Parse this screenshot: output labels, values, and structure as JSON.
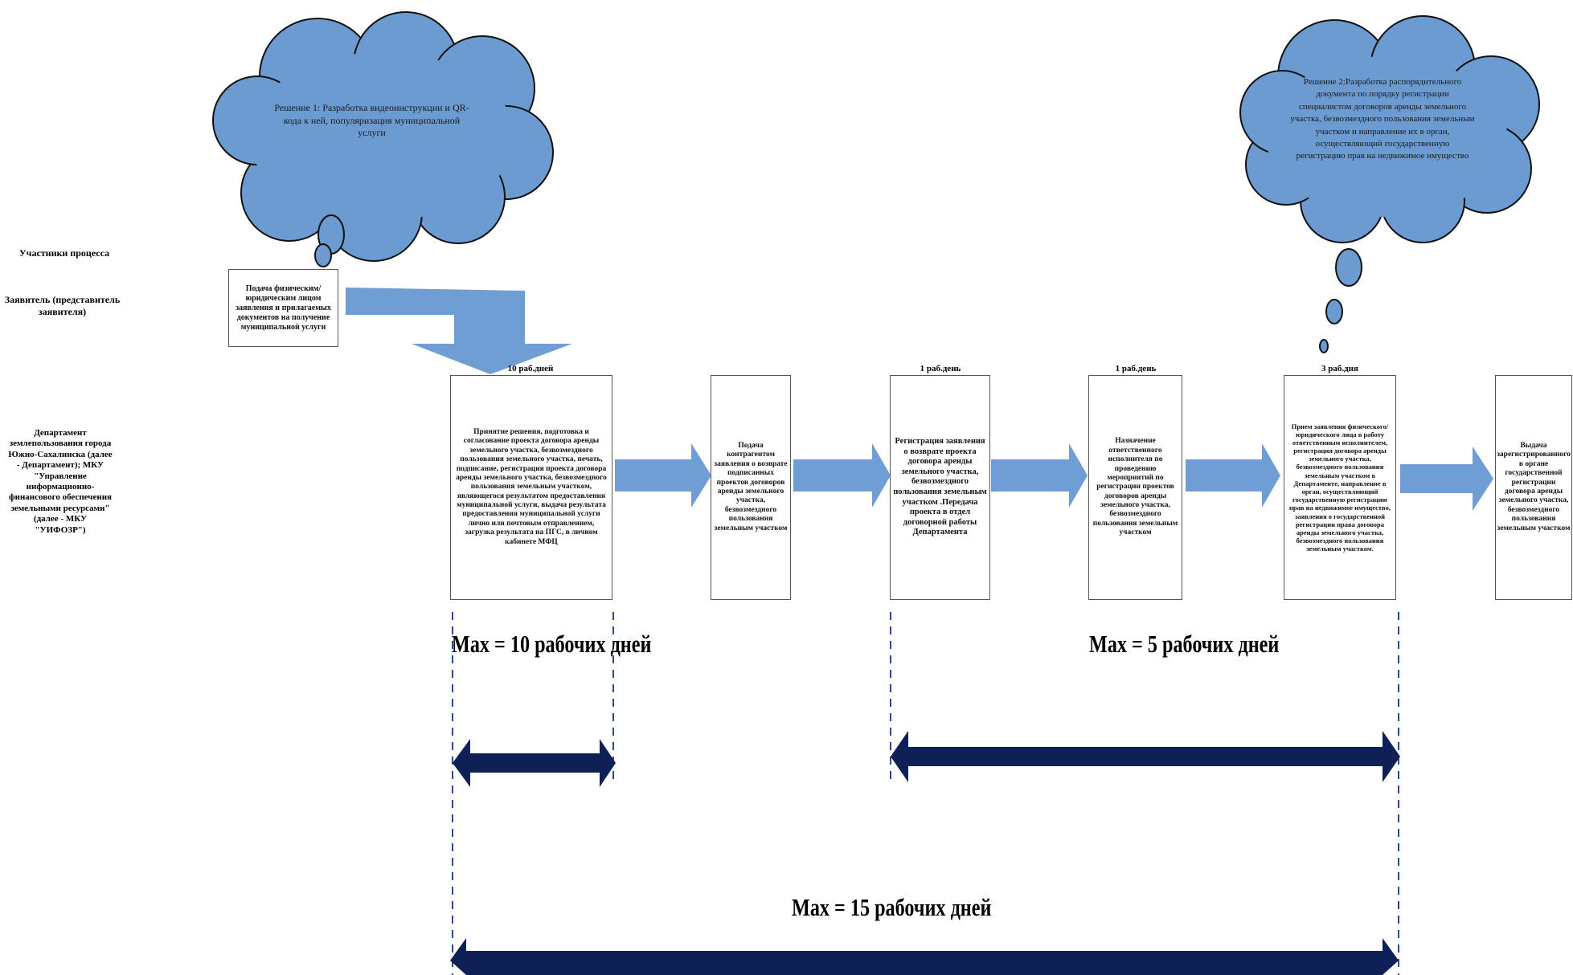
{
  "participants": {
    "header": "Участники процесса",
    "applicant": "Заявитель (представитель заявителя)",
    "department": "Департамент землепользования города Южно-Сахалинска (далее - Департамент); МКУ \"Управление информационно-финансового обеспечения земельными ресурсами\" (далее - МКУ \"УИФОЗР\")"
  },
  "clouds": {
    "solution1": "Решение 1: Разработка видеоинструкции и QR-кода к ней, популяризация муниципальной услуги",
    "solution2": "Решение 2:Разработка распорядительного документа по порядку регистрации специалистом договоров аренды земельного участка, безвозмездного пользования земельным участком и направление их в орган, осуществляющий государственную регистрацию прав на недвижимое имущество"
  },
  "steps": {
    "start": "Подача физическим/юридическим лицом заявления и прилагаемых документов на получение муниципальной услуги",
    "step1": "Принятие решения, подготовка и согласование проекта договора аренды земельного участка, безвозмездного пользования земельного участка, печать, подписание, регистрация проекта договора аренды земельного участка, безвозмездного пользования земельным участком, являющегося результатом предоставления муниципальной услуги, выдача результата предоставления муниципальной услуги лично или почтовым отправлением, загрузка результата на ПГС, в личном кабинете МФЦ",
    "step2": "Подача контрагентом заявления о возврате подписанных проектов договоров аренды земельного участка, безвозмездного пользования земельным участком",
    "step3": "Регистрация заявления о возврате проекта договора аренды земельного участка, безвозмездного пользования земельным участком .Передача проекта в отдел договорной работы Департамента",
    "step4": "Назначение ответственного исполнителя по проведению мероприятий по регистрации проектов договоров аренды земельного участка, безвозмездного пользования земельным участком",
    "step5": "Прием заявления физического/юридического лица в работу ответственным исполнителем, регистрация договора аренды земельного участка, безвозмездного пользования земельным участком в Департаменте, направление в орган, осуществляющий государственную регистрацию прав на недвижимое имущество, заявления о государственной регистрации права договора аренды земельного участка, безвозмездного пользования земельным участком.",
    "step6": "Выдача зарегистрированного в органе государственной регистрации договора аренды земельного участка, безвозмездного пользования земельным участком"
  },
  "durations": {
    "d1": "10 раб.дней",
    "d3": "1 раб.день",
    "d4": "1 раб.день",
    "d5": "3 раб.дня"
  },
  "totals": {
    "phase1": "Max = 10 рабочих дней",
    "phase2": "Max = 5 рабочих дней",
    "total": "Max = 15 рабочих дней"
  },
  "colors": {
    "cloud_fill": "#6b9bd1",
    "cloud_stroke": "#111111",
    "flow_arrow": "#6f9ed4",
    "timeline_arrow": "#0e2156",
    "dashed_line": "#2b4a8a"
  }
}
